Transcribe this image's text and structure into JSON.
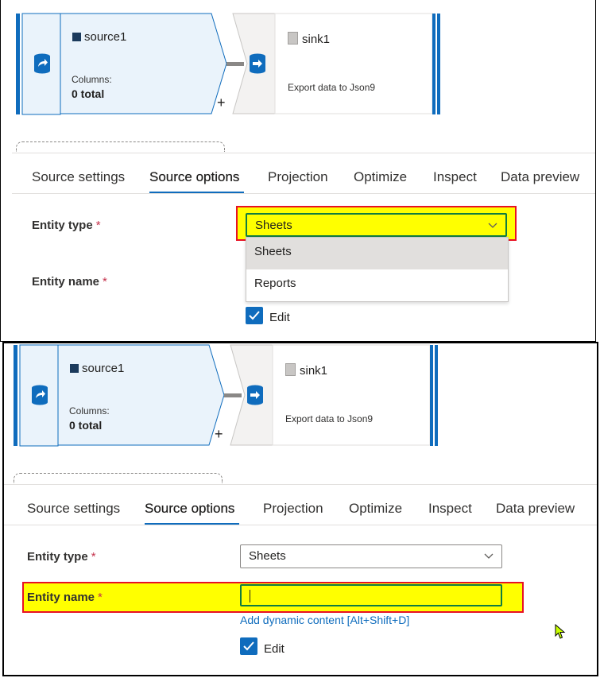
{
  "source_node": {
    "name": "source1",
    "columns_label": "Columns:",
    "columns_value": "0 total"
  },
  "sink_node": {
    "name": "sink1",
    "description": "Export data to Json9"
  },
  "add_symbol": "+",
  "tabs": [
    {
      "label": "Source settings"
    },
    {
      "label": "Source options"
    },
    {
      "label": "Projection"
    },
    {
      "label": "Optimize"
    },
    {
      "label": "Inspect"
    },
    {
      "label": "Data preview"
    }
  ],
  "active_tab": "Source options",
  "entity_type": {
    "label": "Entity type",
    "required": "*",
    "value": "Sheets",
    "options": [
      "Sheets",
      "Reports"
    ]
  },
  "entity_name": {
    "label": "Entity name",
    "required": "*",
    "value": ""
  },
  "edit_checkbox": {
    "label": "Edit",
    "checked": true
  },
  "dynamic_content_link": "Add dynamic content [Alt+Shift+D]",
  "colors": {
    "accent": "#0f6cbd",
    "highlight": "#ffff00",
    "highlight_border": "#e81123",
    "node_fill": "#eaf3fb",
    "required": "#c4314b"
  },
  "icons": {
    "source": "dataset-source-icon",
    "sink": "dataset-sink-icon",
    "source_type": "checkbox-square-icon",
    "sink_type": "json-file-icon",
    "dropdown": "chevron-down-icon",
    "check": "checkmark-icon",
    "cursor": "mouse-pointer-icon"
  }
}
